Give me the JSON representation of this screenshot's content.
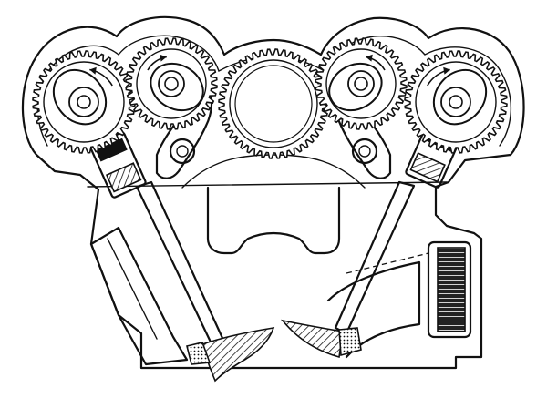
{
  "drawing": {
    "ink_color": "#111111",
    "paper_color": "#ffffff"
  },
  "gears": [
    {
      "name": "gear-outer-left",
      "teeth": 40,
      "rotation": "counterclockwise"
    },
    {
      "name": "gear-inner-left",
      "teeth": 36,
      "rotation": "clockwise"
    },
    {
      "name": "gear-center",
      "teeth": 44,
      "rotation": "none"
    },
    {
      "name": "gear-inner-right",
      "teeth": 36,
      "rotation": "counterclockwise"
    },
    {
      "name": "gear-outer-right",
      "teeth": 40,
      "rotation": "clockwise"
    }
  ]
}
